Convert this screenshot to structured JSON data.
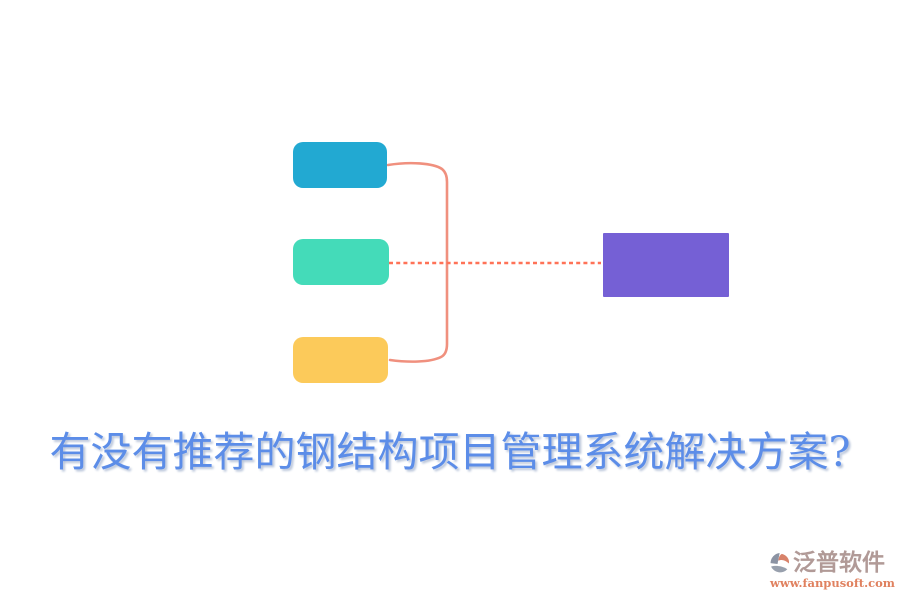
{
  "title": {
    "text": "有没有推荐的钢结构项目管理系统解决方案?",
    "color": "#5c8de8"
  },
  "diagram": {
    "nodes": [
      {
        "id": "branch-top",
        "color": "#22a9d2"
      },
      {
        "id": "branch-middle",
        "color": "#44dbb9"
      },
      {
        "id": "branch-bottom",
        "color": "#fcca5a"
      },
      {
        "id": "root",
        "color": "#7560d5"
      }
    ],
    "bracket_color": "#f0907e",
    "dashed_color": "#ff7257"
  },
  "watermark": {
    "brand": "泛普软件",
    "website": "www.fanpusoft.com",
    "brand_color": "#b19a97",
    "website_color": "#e0815f",
    "icon_colors": {
      "wedge": "#8b93a3",
      "crescent": "#d8826a",
      "swoosh": "#98a0ad"
    }
  }
}
